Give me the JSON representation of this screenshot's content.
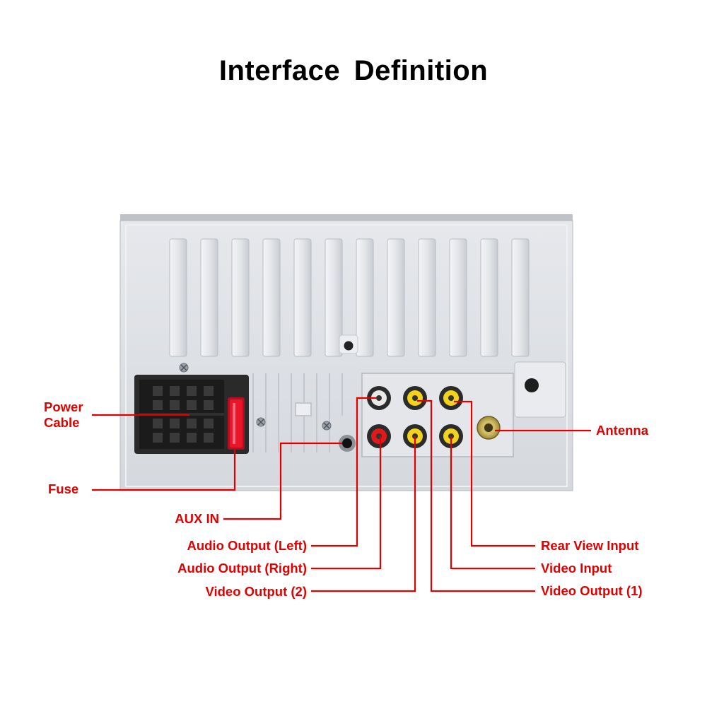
{
  "title": "Interface  Definition",
  "labels": {
    "power_cable_line1": "Power",
    "power_cable_line2": "Cable",
    "fuse": "Fuse",
    "aux_in": "AUX IN",
    "audio_output_left": "Audio Output (Left)",
    "audio_output_right": "Audio Output (Right)",
    "video_output_2": "Video Output (2)",
    "antenna": "Antenna",
    "rear_view_input": "Rear View Input",
    "video_input": "Video Input",
    "video_output_1": "Video Output (1)"
  },
  "colors": {
    "leader_line": "#e00000",
    "chassis": "#dfe1e5",
    "rca_red": "#e01a1a",
    "rca_yellow": "#f2d21b",
    "fuse": "#e8152b"
  }
}
